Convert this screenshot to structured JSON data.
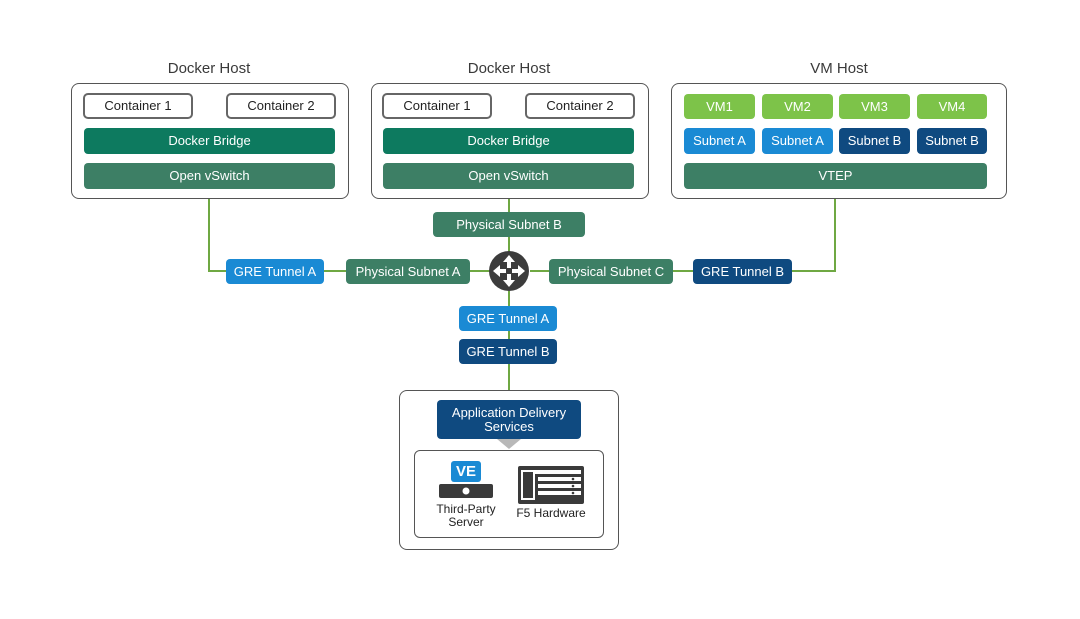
{
  "hosts": [
    {
      "title": "Docker Host",
      "containers": [
        "Container 1",
        "Container 2"
      ],
      "bridge": "Docker Bridge",
      "switch": "Open vSwitch"
    },
    {
      "title": "Docker Host",
      "containers": [
        "Container 1",
        "Container 2"
      ],
      "bridge": "Docker Bridge",
      "switch": "Open vSwitch"
    },
    {
      "title": "VM Host",
      "vms": [
        "VM1",
        "VM2",
        "VM3",
        "VM4"
      ],
      "subnets": [
        "Subnet A",
        "Subnet A",
        "Subnet B",
        "Subnet B"
      ],
      "vtep": "VTEP"
    }
  ],
  "network": {
    "physical_subnet_b": "Physical Subnet B",
    "physical_subnet_a": "Physical Subnet A",
    "physical_subnet_c": "Physical Subnet C",
    "gre_tunnel_a_left": "GRE Tunnel A",
    "gre_tunnel_b_right": "GRE Tunnel B",
    "gre_tunnel_a_bottom": "GRE Tunnel A",
    "gre_tunnel_b_bottom": "GRE Tunnel B"
  },
  "services": {
    "ads_label": "Application Delivery Services",
    "ve_badge": "VE",
    "third_party_label": "Third-Party Server",
    "f5_label": "F5 Hardware"
  },
  "colors": {
    "line": "#6fa843",
    "teal": "#0d7a5f",
    "green_dark": "#3d7f65",
    "green_light": "#7dc349",
    "blue": "#1a8ad4",
    "navy": "#0f4a80",
    "router": "#3c3c3c"
  }
}
